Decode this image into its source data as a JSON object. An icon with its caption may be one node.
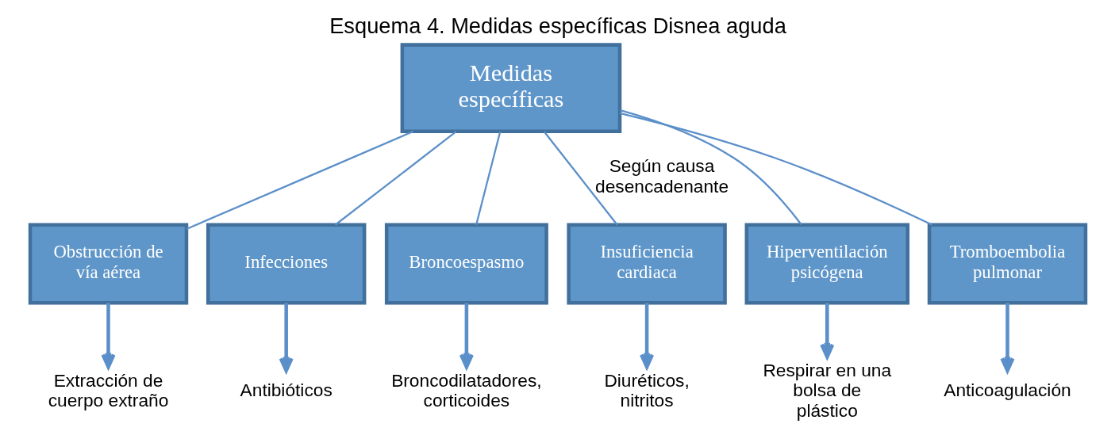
{
  "diagram": {
    "title": "Esquema 4. Medidas específicas Disnea aguda",
    "nodes": [
      {
        "text": [
          "Medidas específicas"
        ]
      },
      {
        "text": [
          "Obstrucción de vía aérea"
        ]
      },
      {
        "text": [
          "Infecciones"
        ]
      },
      {
        "text": [
          "Broncoespasmo"
        ]
      },
      {
        "text": [
          "Insuficiencia cardiaca"
        ]
      },
      {
        "text": [
          "Hiperventilación psicógena"
        ]
      },
      {
        "text": [
          "Tromboembolia pulmonar"
        ]
      },
      {
        "text": [
          "Extracción de cuerpo extraño"
        ]
      },
      {
        "text": [
          "Antibióticos"
        ]
      },
      {
        "text": [
          "Broncodilatadores, corticoides"
        ]
      },
      {
        "text": [
          "Diuréticos, nitritos"
        ]
      },
      {
        "text": [
          "Respirar en una bolsa de plástico"
        ]
      },
      {
        "text": [
          "Anticoagulación"
        ]
      }
    ],
    "edges": [
      {
        "from": 0,
        "to": 1,
        "arrow": "none"
      },
      {
        "from": 0,
        "to": 2,
        "arrow": "none"
      },
      {
        "from": 0,
        "to": 3,
        "arrow": "none"
      },
      {
        "from": 0,
        "to": 4,
        "arrow": "none",
        "label": "Según causa desencadenante"
      },
      {
        "from": 0,
        "to": 5,
        "arrow": "none"
      },
      {
        "from": 0,
        "to": 6,
        "arrow": "none"
      },
      {
        "from": 1,
        "to": 7,
        "arrow": "to",
        "style": "thick"
      },
      {
        "from": 2,
        "to": 8,
        "arrow": "to",
        "style": "thick"
      },
      {
        "from": 3,
        "to": 9,
        "arrow": "to",
        "style": "thick"
      },
      {
        "from": 4,
        "to": 10,
        "arrow": "to",
        "style": "thick"
      },
      {
        "from": 5,
        "to": 11,
        "arrow": "to",
        "style": "thick"
      },
      {
        "from": 6,
        "to": 12,
        "arrow": "to",
        "style": "thick"
      }
    ]
  }
}
